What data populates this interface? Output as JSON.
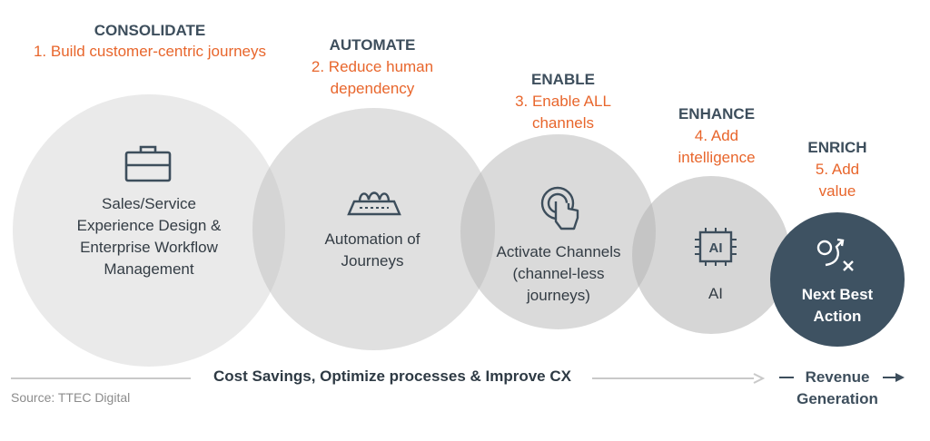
{
  "stages": [
    {
      "heading": "CONSOLIDATE",
      "subtitle": "1. Build customer-centric journeys",
      "body": "Sales/Service Experience Design & Enterprise Workflow Management",
      "icon": "briefcase-icon"
    },
    {
      "heading": "AUTOMATE",
      "subtitle": "2. Reduce human dependency",
      "body": "Automation of Journeys",
      "icon": "automation-icon"
    },
    {
      "heading": "ENABLE",
      "subtitle": "3. Enable ALL channels",
      "body": "Activate Channels (channel-less journeys)",
      "icon": "touch-icon"
    },
    {
      "heading": "ENHANCE",
      "subtitle": "4. Add intelligence",
      "body": "AI",
      "icon": "ai-chip-icon"
    },
    {
      "heading": "ENRICH",
      "subtitle": "5. Add value",
      "body": "Next Best Action",
      "icon": "strategy-icon"
    }
  ],
  "bottom": {
    "left_label": "Cost Savings, Optimize processes & Improve CX",
    "right_label": "Revenue Generation"
  },
  "source": "Source: TTEC Digital",
  "colors": {
    "accent": "#e8662c",
    "heading": "#3d4e5c",
    "dark_circle": "#3e5262",
    "circle_light": "#ececec",
    "circle_mid": "#dcdcdc"
  }
}
